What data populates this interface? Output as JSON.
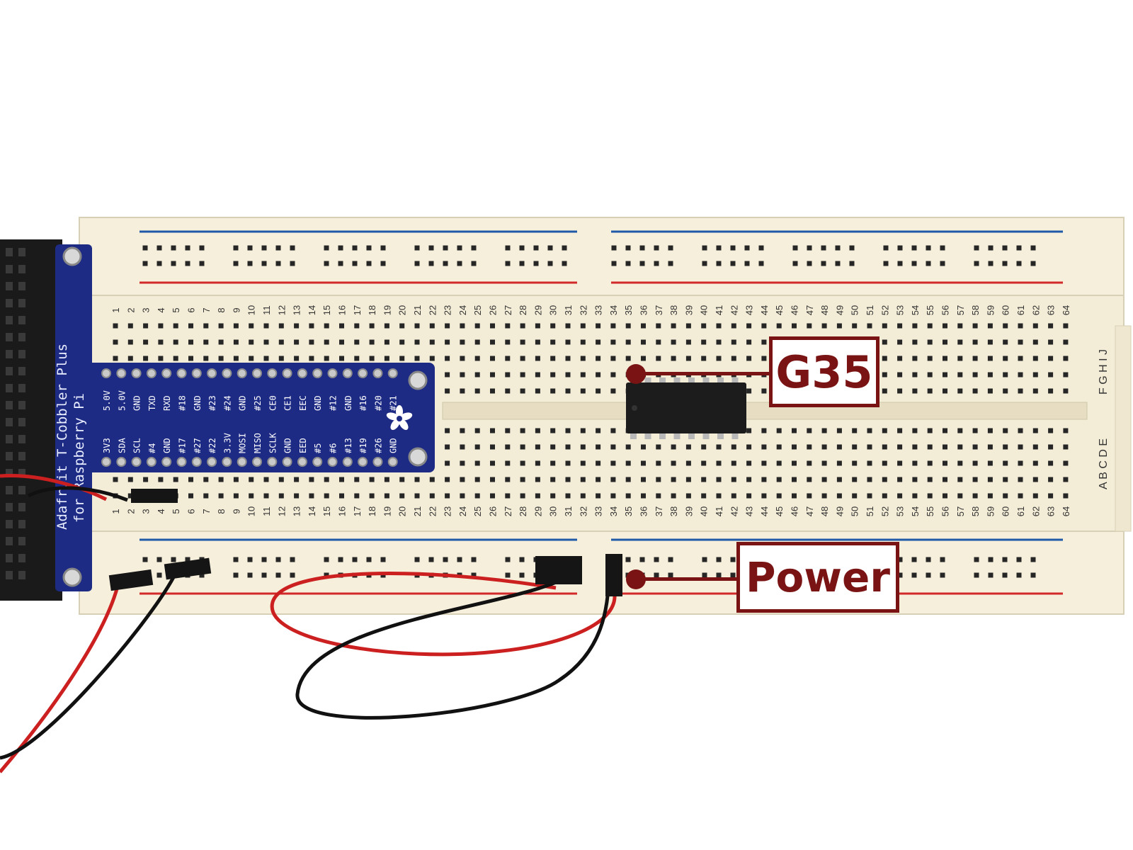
{
  "colors": {
    "breadboard": "#f3ecd6",
    "hole": "#222222",
    "rail_blue": "#1f5aa8",
    "rail_red": "#d22a2a",
    "cobbler_board": "#1d2b84",
    "callout": "#7a1414",
    "wire_red": "#cc2020",
    "wire_black": "#111111"
  },
  "callouts": {
    "chip": "G35",
    "power": "Power"
  },
  "cobbler": {
    "title_line1": "Adafruit T-Cobbler Plus",
    "title_line2": "for Raspberry Pi",
    "top_pins": [
      "5.0V",
      "5.0V",
      "GND",
      "TXD",
      "RXD",
      "#18",
      "GND",
      "#23",
      "#24",
      "GND",
      "#25",
      "CE0",
      "CE1",
      "EEC",
      "GND",
      "#12",
      "GND",
      "#16",
      "#20",
      "#21"
    ],
    "bottom_pins": [
      "3V3",
      "SDA",
      "SCL",
      "#4",
      "GND",
      "#17",
      "#27",
      "#22",
      "3.3V",
      "MOSI",
      "MISO",
      "SCLK",
      "GND",
      "EED",
      "#5",
      "#6",
      "#13",
      "#19",
      "#26",
      "GND"
    ]
  },
  "breadboard": {
    "columns": 64,
    "row_letters_top": "F G H I J",
    "row_letters_bottom": "A B C D E",
    "j_label": "J"
  }
}
